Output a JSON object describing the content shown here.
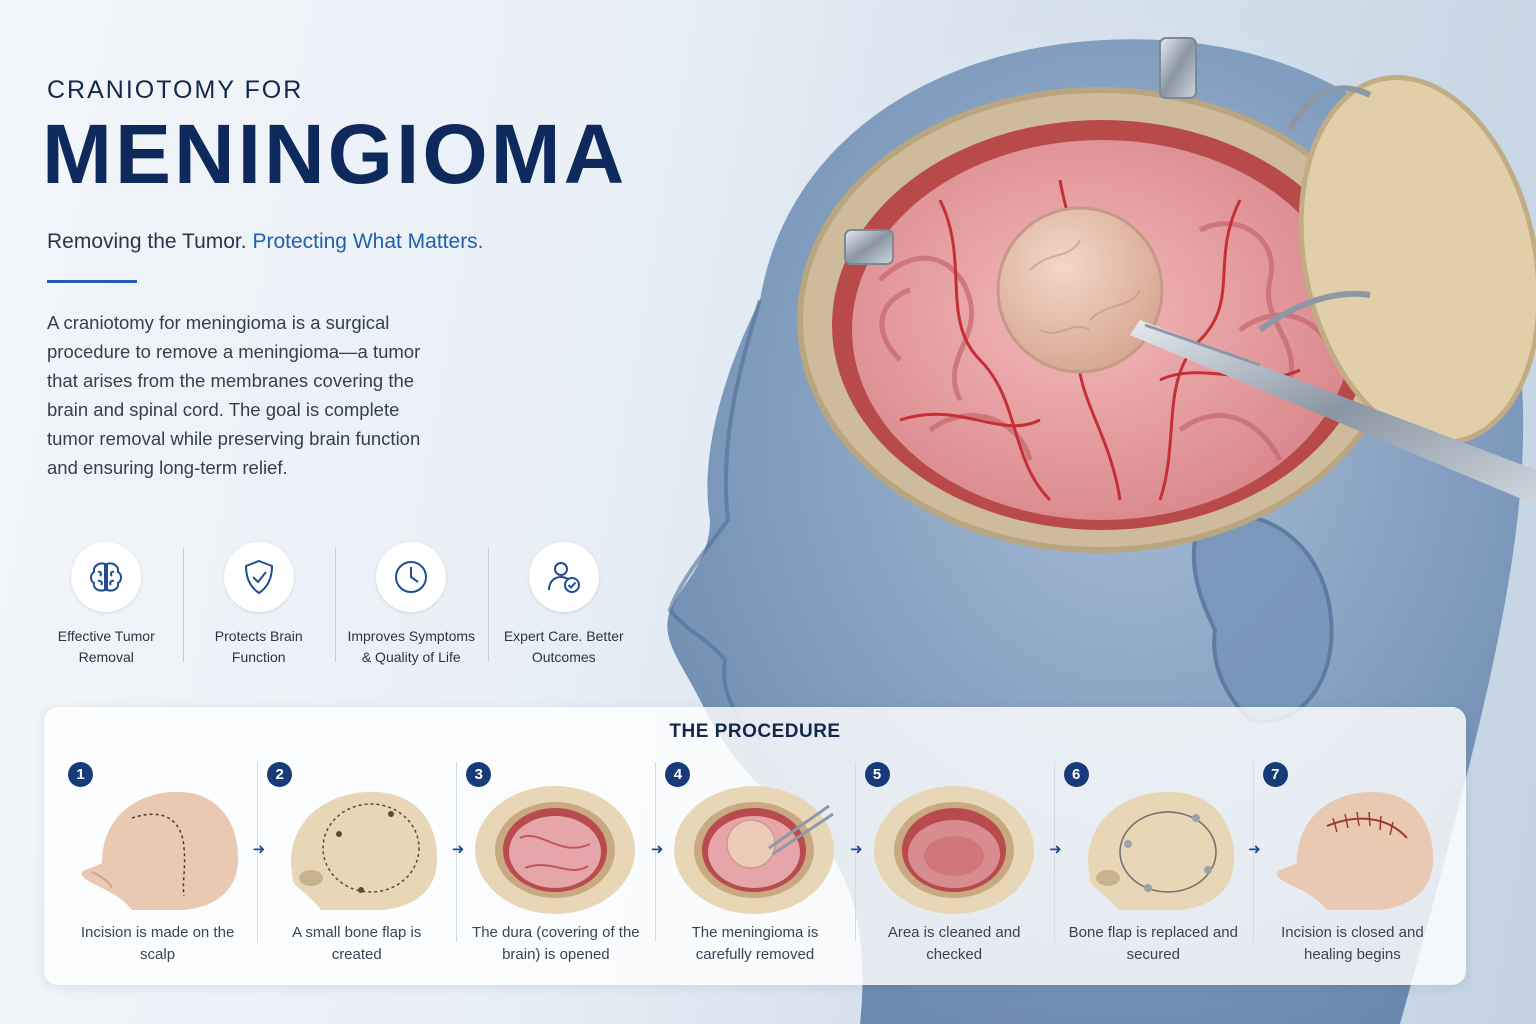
{
  "header": {
    "kicker": "CRANIOTOMY FOR",
    "title": "MENINGIOMA",
    "tagline_plain": "Removing the Tumor.",
    "tagline_accent": "Protecting What Matters.",
    "intro": "A craniotomy for meningioma is a surgical procedure to remove a meningioma—a tumor that arises from the membranes covering the brain and spinal cord. The goal is complete tumor removal while preserving brain function and ensuring long-term relief."
  },
  "features": [
    {
      "icon": "brain-icon",
      "label": "Effective Tumor Removal"
    },
    {
      "icon": "shield-check-icon",
      "label": "Protects Brain Function"
    },
    {
      "icon": "clock-icon",
      "label": "Improves Symptoms & Quality of Life"
    },
    {
      "icon": "user-check-icon",
      "label": "Expert Care. Better Outcomes"
    }
  ],
  "procedure": {
    "title": "THE PROCEDURE",
    "steps": [
      {
        "number": "1",
        "caption": "Incision is made on the scalp"
      },
      {
        "number": "2",
        "caption": "A small bone flap is created"
      },
      {
        "number": "3",
        "caption": "The dura (covering of the brain) is opened"
      },
      {
        "number": "4",
        "caption": "The meningioma is carefully removed"
      },
      {
        "number": "5",
        "caption": "Area is cleaned and checked"
      },
      {
        "number": "6",
        "caption": "Bone flap is replaced and secured"
      },
      {
        "number": "7",
        "caption": "Incision is closed and healing begins"
      }
    ]
  },
  "colors": {
    "navy": "#0e2a5c",
    "accent_blue": "#1f5fae",
    "step_badge": "#173a78",
    "brain_pink": "#e7a3a6",
    "vessel_red": "#c73a3f",
    "bone": "#e3d5b8"
  }
}
